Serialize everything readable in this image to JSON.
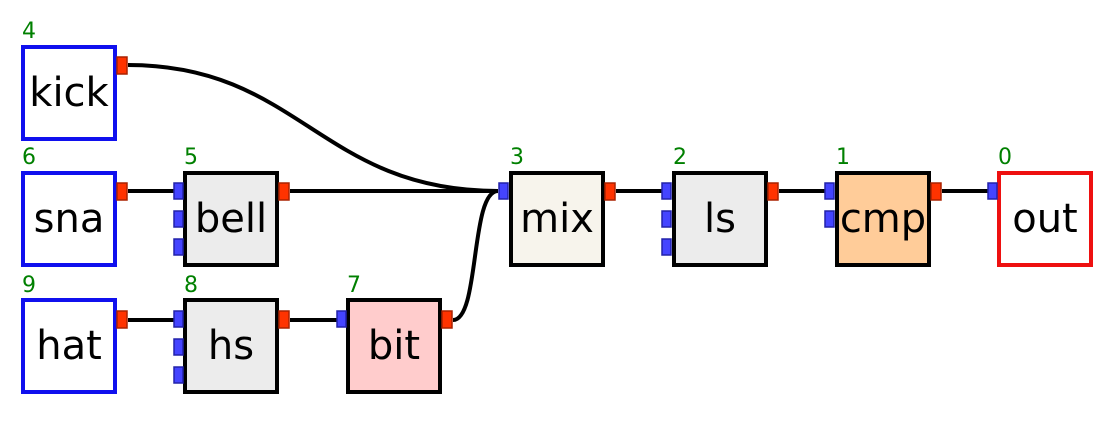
{
  "colors": {
    "source_border": "#1010ee",
    "sink_border": "#ee1010",
    "effect_border": "#000000",
    "source_fill": "#ffffff",
    "effect_fill": "#ececec",
    "mix_fill": "#f7f4ec",
    "bit_fill": "#ffcccc",
    "cmp_fill": "#ffcc99",
    "id_text": "#008000",
    "input_port": "#4444ff",
    "output_port": "#ff3300"
  },
  "nodes": [
    {
      "key": "kick",
      "id_label": "4",
      "label": "kick",
      "kind": "source"
    },
    {
      "key": "sna",
      "id_label": "6",
      "label": "sna",
      "kind": "source"
    },
    {
      "key": "hat",
      "id_label": "9",
      "label": "hat",
      "kind": "source"
    },
    {
      "key": "bell",
      "id_label": "5",
      "label": "bell",
      "kind": "effect"
    },
    {
      "key": "hs",
      "id_label": "8",
      "label": "hs",
      "kind": "effect"
    },
    {
      "key": "bit",
      "id_label": "7",
      "label": "bit",
      "kind": "effect"
    },
    {
      "key": "mix",
      "id_label": "3",
      "label": "mix",
      "kind": "mixer"
    },
    {
      "key": "ls",
      "id_label": "2",
      "label": "ls",
      "kind": "effect"
    },
    {
      "key": "cmp",
      "id_label": "1",
      "label": "cmp",
      "kind": "effect"
    },
    {
      "key": "out",
      "id_label": "0",
      "label": "out",
      "kind": "sink"
    }
  ],
  "connections": [
    {
      "from": "kick",
      "to": "mix"
    },
    {
      "from": "sna",
      "to": "bell"
    },
    {
      "from": "bell",
      "to": "mix"
    },
    {
      "from": "hat",
      "to": "hs"
    },
    {
      "from": "hs",
      "to": "bit"
    },
    {
      "from": "bit",
      "to": "mix"
    },
    {
      "from": "mix",
      "to": "ls"
    },
    {
      "from": "ls",
      "to": "cmp"
    },
    {
      "from": "cmp",
      "to": "out"
    }
  ]
}
